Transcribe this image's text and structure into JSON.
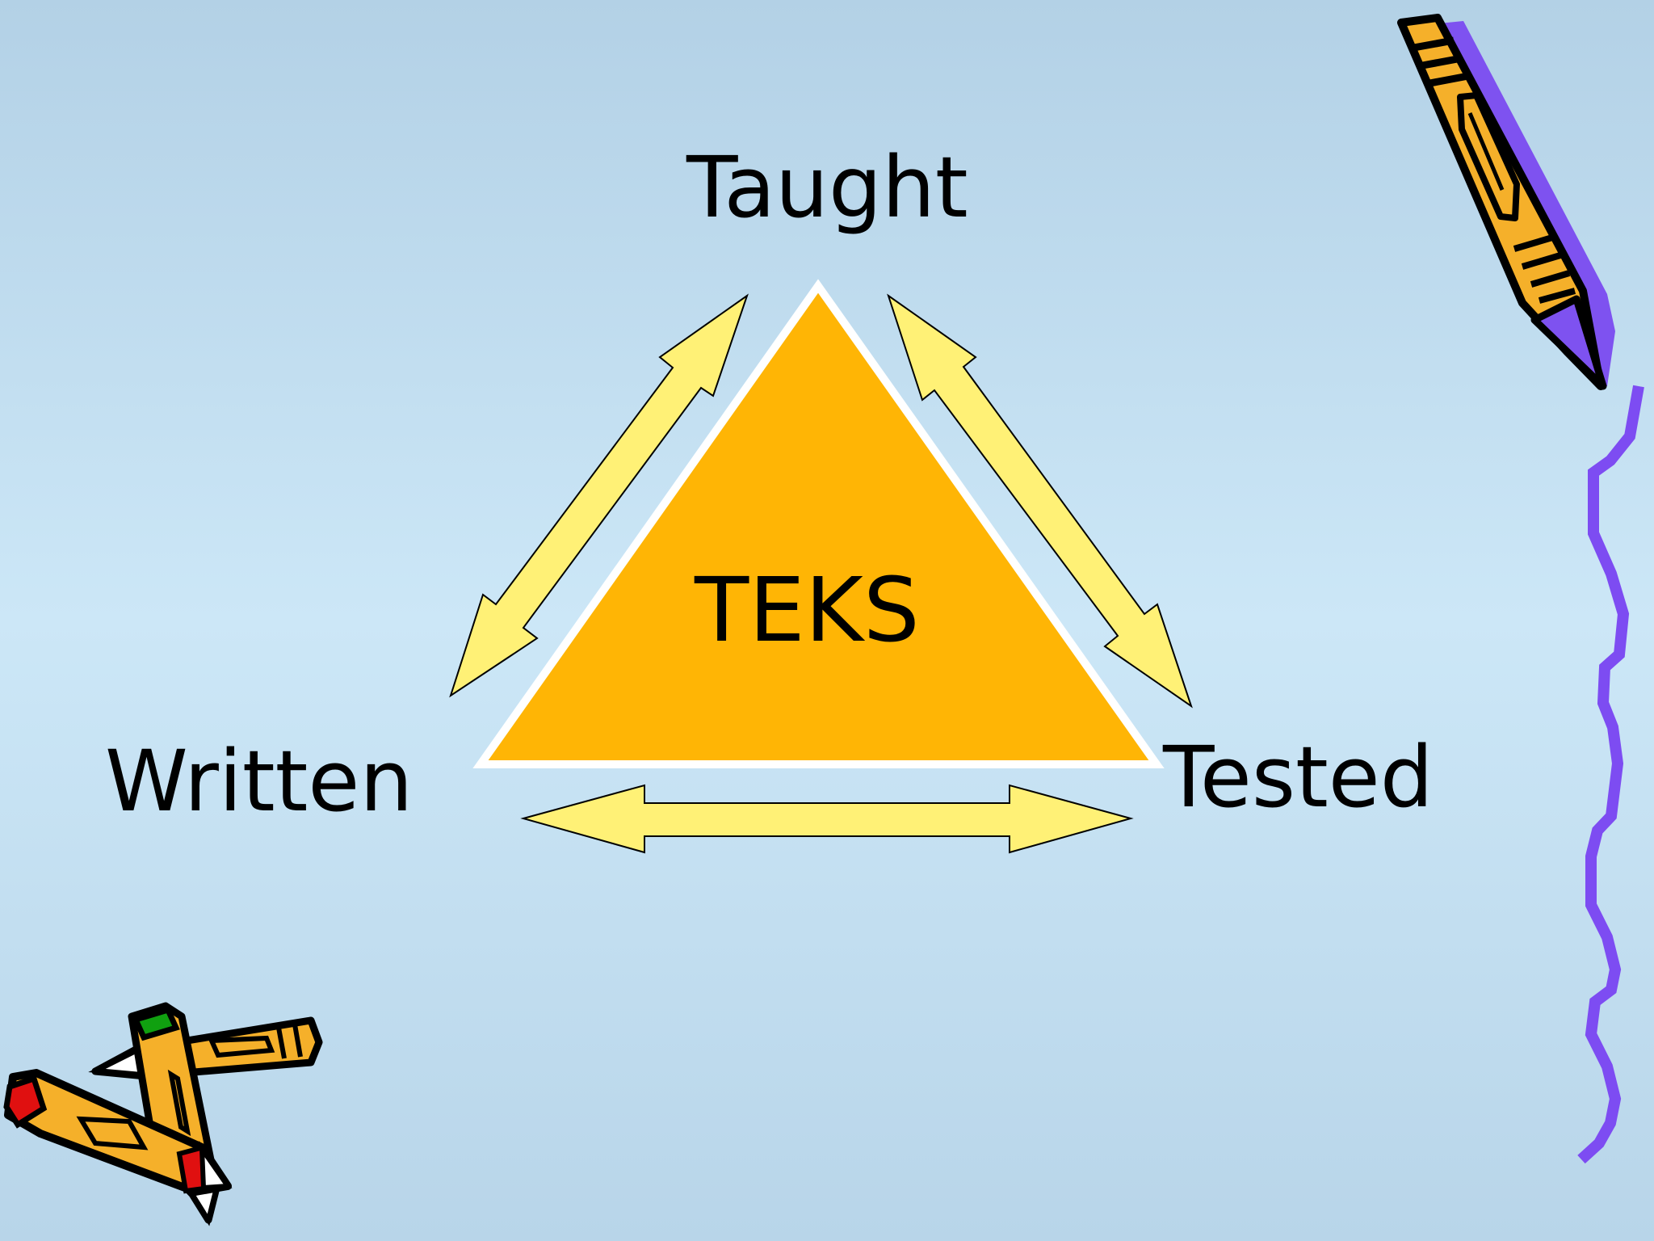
{
  "diagram": {
    "top_label": "Taught",
    "left_label": "Written",
    "right_label": "Tested",
    "center_label": "TEKS"
  },
  "colors": {
    "background": "#c5e1f3",
    "triangle_fill": "#ffb505",
    "triangle_outline": "#ffffff",
    "arrow_fill": "#fff176",
    "arrow_stroke": "#000000",
    "squiggle": "#7d4cf2",
    "pencil_body": "#f5b02a",
    "pencil_tip_purple": "#7e52f0",
    "pencil_tip_red": "#e01010",
    "pencil_tip_green": "#10a010"
  },
  "decorations": [
    {
      "name": "pencil",
      "location": "top-right"
    },
    {
      "name": "pencils",
      "location": "bottom-left"
    },
    {
      "name": "squiggle-line",
      "location": "right-edge"
    }
  ]
}
